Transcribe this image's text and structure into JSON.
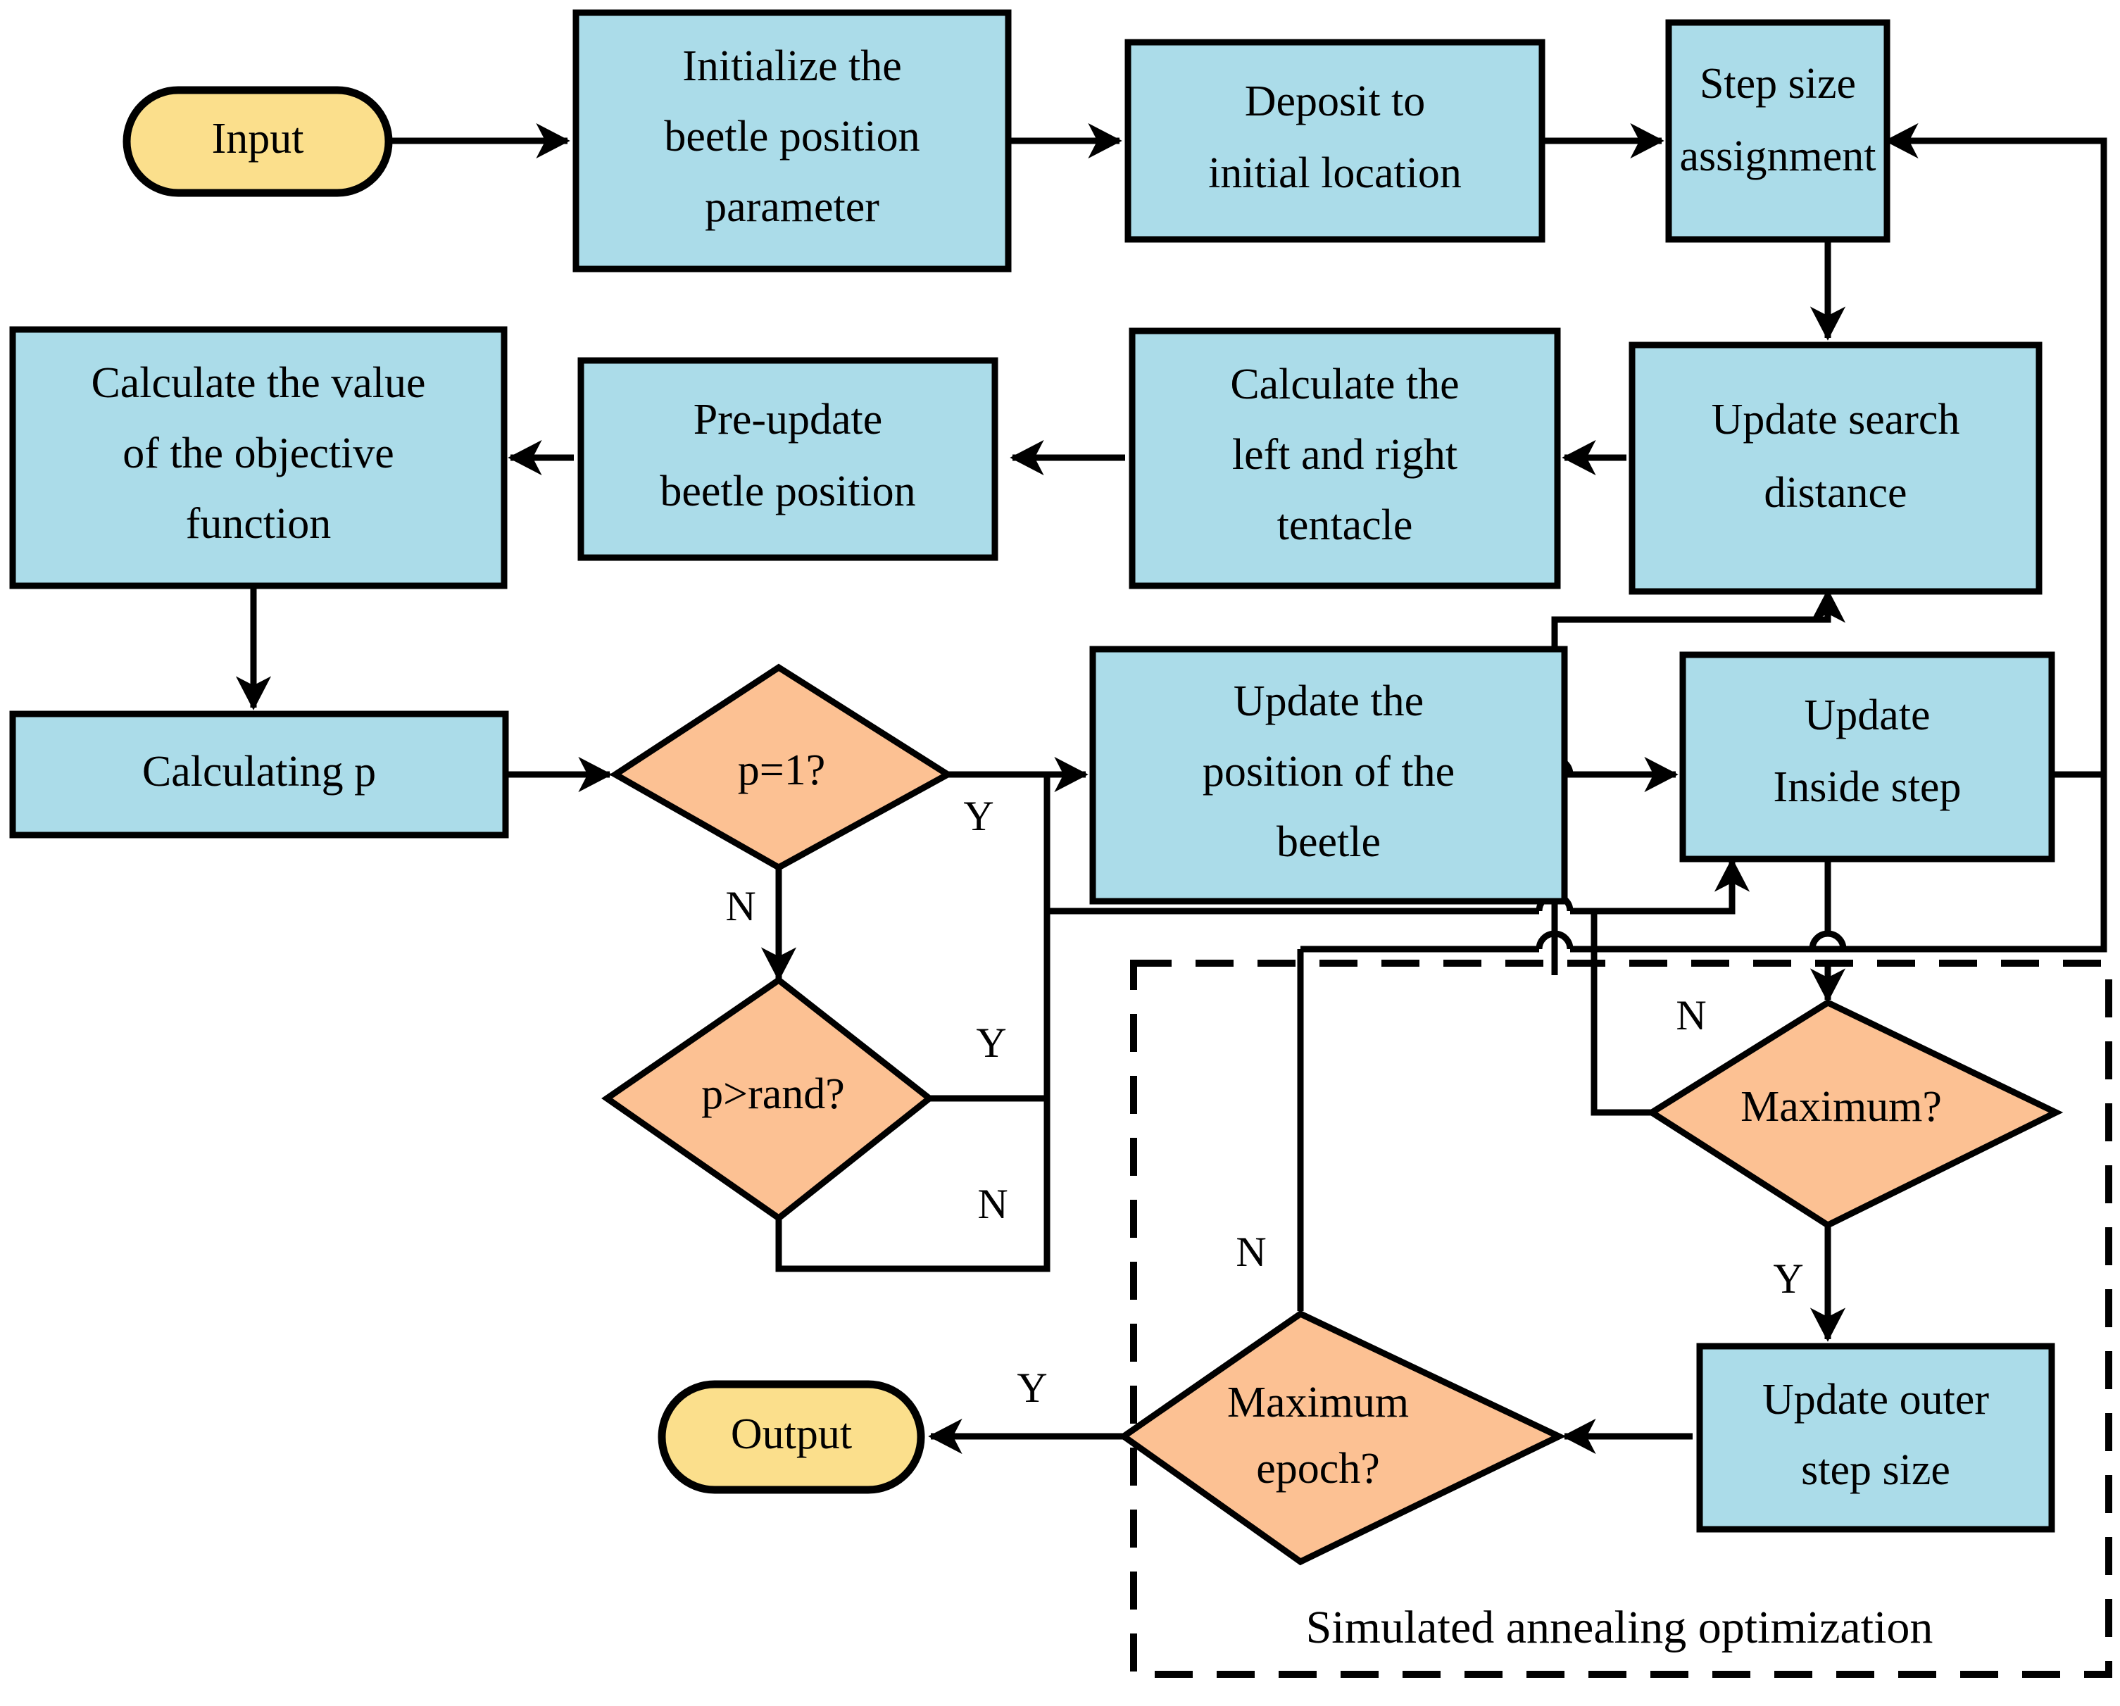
{
  "diagram": {
    "title": "Beetle antennae search with simulated annealing optimization flowchart",
    "colors": {
      "process_fill": "#ABDCE9",
      "decision_fill": "#FCC193",
      "terminator_fill": "#FBDF8C",
      "stroke": "#000000",
      "background": "#FFFFFF"
    },
    "nodes": [
      {
        "id": "input",
        "type": "terminator",
        "label": "Input"
      },
      {
        "id": "init",
        "type": "process",
        "label": "Initialize the beetle position parameter"
      },
      {
        "id": "deposit",
        "type": "process",
        "label": "Deposit to initial location"
      },
      {
        "id": "stepsize",
        "type": "process",
        "label": "Step size assignment"
      },
      {
        "id": "searchdist",
        "type": "process",
        "label": "Update search distance"
      },
      {
        "id": "tentacle",
        "type": "process",
        "label": "Calculate the left and right tentacle"
      },
      {
        "id": "preupdate",
        "type": "process",
        "label": "Pre-update beetle position"
      },
      {
        "id": "objective",
        "type": "process",
        "label": "Calculate the value of the objective function"
      },
      {
        "id": "calcp",
        "type": "process",
        "label": "Calculating p"
      },
      {
        "id": "peq1",
        "type": "decision",
        "label": "p=1?"
      },
      {
        "id": "prand",
        "type": "decision",
        "label": "p>rand?"
      },
      {
        "id": "updatepos",
        "type": "process",
        "label": "Update the position of the beetle"
      },
      {
        "id": "insidestep",
        "type": "process",
        "label": "Update Inside step"
      },
      {
        "id": "maximum",
        "type": "decision",
        "label": "Maximum?"
      },
      {
        "id": "outerstep",
        "type": "process",
        "label": "Update outer step size"
      },
      {
        "id": "maxepoch",
        "type": "decision",
        "label": "Maximum epoch?"
      },
      {
        "id": "output",
        "type": "terminator",
        "label": "Output"
      }
    ],
    "node_lines": {
      "input": [
        "Input"
      ],
      "init": [
        "Initialize the",
        "beetle position",
        "parameter"
      ],
      "deposit": [
        "Deposit to",
        "initial location"
      ],
      "stepsize": [
        "Step size",
        "assignment"
      ],
      "searchdist": [
        "Update search",
        "distance"
      ],
      "tentacle": [
        "Calculate the",
        "left and right",
        "tentacle"
      ],
      "preupdate": [
        "Pre-update",
        "beetle position"
      ],
      "objective": [
        "Calculate the value",
        "of the objective",
        "function"
      ],
      "calcp": [
        "Calculating p"
      ],
      "peq1": [
        "p=1?"
      ],
      "prand": [
        "p>rand?"
      ],
      "updatepos": [
        "Update the",
        "position of the",
        "beetle"
      ],
      "insidestep": [
        "Update",
        "Inside step"
      ],
      "maximum": [
        "Maximum?"
      ],
      "outerstep": [
        "Update outer",
        "step size"
      ],
      "maxepoch": [
        "Maximum",
        "epoch?"
      ],
      "output": [
        "Output"
      ]
    },
    "edge_labels": {
      "peq1_yes": "Y",
      "peq1_no": "N",
      "prand_yes": "Y",
      "prand_no": "N",
      "maximum_yes": "Y",
      "maximum_no": "N",
      "maxepoch_yes": "Y",
      "maxepoch_no": "N"
    },
    "group": {
      "label": "Simulated annealing optimization"
    }
  }
}
